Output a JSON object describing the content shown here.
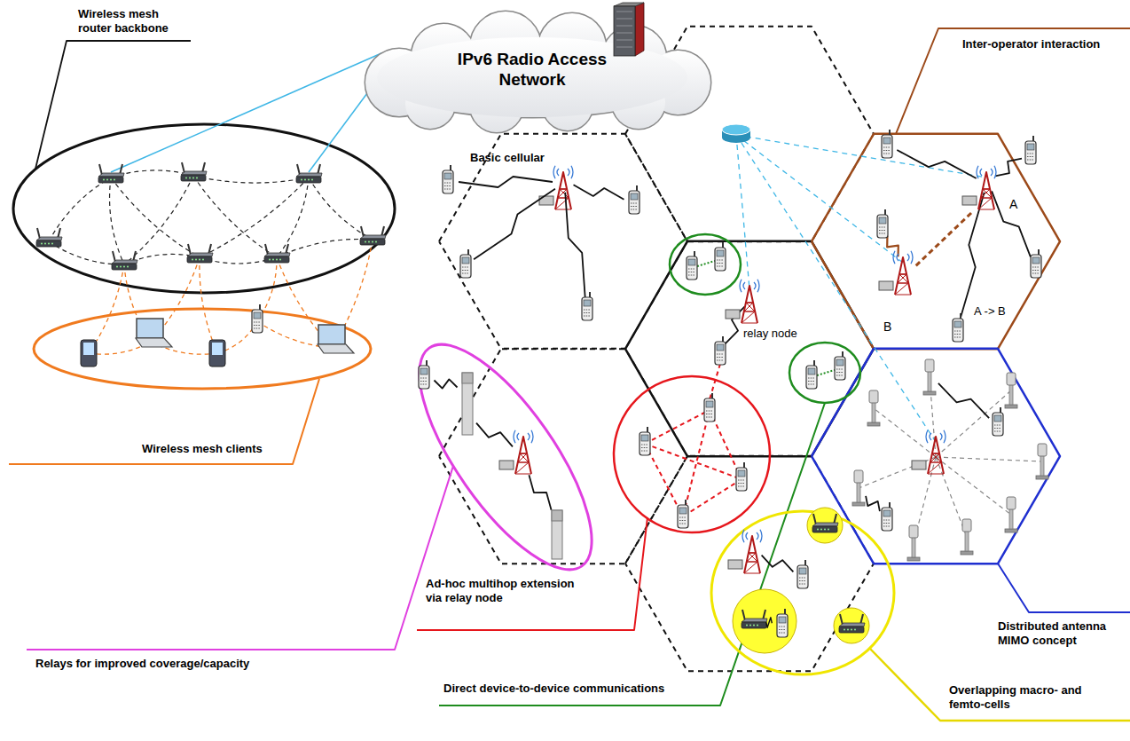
{
  "diagram": {
    "nodes": [
      {
        "text": [
          "IPv6 Radio Access Network"
        ]
      },
      {
        "text": [
          "Basic cellular"
        ]
      }
    ],
    "labels": [
      "Wireless mesh router backbone",
      "Wireless mesh clients",
      "relay node",
      "A",
      "B",
      "A -> B",
      "Inter-operator interaction",
      "Relays for improved coverage/capacity",
      "Ad-hoc multihop extension via relay node",
      "Direct device-to-device communications",
      "Overlapping macro- and femto-cells",
      "Distributed antenna MIMO concept"
    ]
  }
}
